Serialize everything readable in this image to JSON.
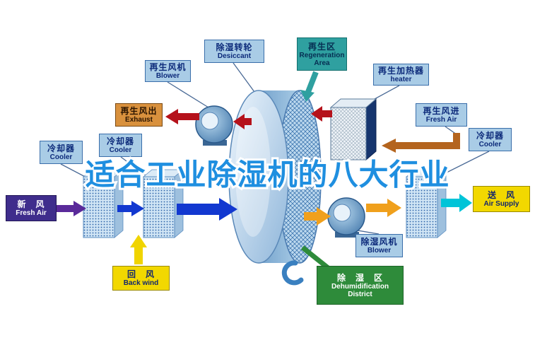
{
  "watermark": {
    "text": "适合工业除湿机的八大行业",
    "color": "#1f8fe0"
  },
  "labels": {
    "regen_blower": {
      "zh": "再生风机",
      "en": "Blower"
    },
    "desiccant_wheel": {
      "zh": "除湿转轮",
      "en": "Desiccant"
    },
    "regeneration_area": {
      "zh": "再生区",
      "en": "Regeneration Area"
    },
    "regen_heater": {
      "zh": "再生加热器",
      "en": "heater"
    },
    "regen_exhaust": {
      "zh": "再生风出",
      "en": "Exhaust"
    },
    "regen_fresh_air": {
      "zh": "再生风进",
      "en": "Fresh Air"
    },
    "cooler_left_outer": {
      "zh": "冷却器",
      "en": "Cooler"
    },
    "cooler_left_inner": {
      "zh": "冷却器",
      "en": "Cooler"
    },
    "cooler_right": {
      "zh": "冷却器",
      "en": "Cooler"
    },
    "fresh_air": {
      "zh": "新　风",
      "en": "Fresh Air"
    },
    "air_supply": {
      "zh": "送　风",
      "en": "Air Supply"
    },
    "back_wind": {
      "zh": "回　风",
      "en": "Back wind"
    },
    "dehumid_blower": {
      "zh": "除湿风机",
      "en": "Blower"
    },
    "dehumid_district": {
      "zh": "除　湿　区",
      "en": "Dehumidification District"
    }
  },
  "colors": {
    "label_blue_bg": "#a9cce6",
    "label_teal_bg": "#2fa0a0",
    "label_orange_bg": "#d9913d",
    "label_purple_bg": "#3f2d8c",
    "label_yellow_bg": "#f2d800",
    "label_green_bg": "#2e8b3a",
    "arrow_red": "#b5121b",
    "arrow_blue": "#1238d0",
    "arrow_purple": "#5a2a9a",
    "arrow_orange": "#f0a01c",
    "arrow_brown": "#b4641e",
    "arrow_yellow": "#f0d400",
    "arrow_cyan": "#00c4d8",
    "arrow_teal": "#2fa0a0",
    "arrow_green": "#2e8b3a",
    "wheel_blue": "#8fb6da"
  }
}
